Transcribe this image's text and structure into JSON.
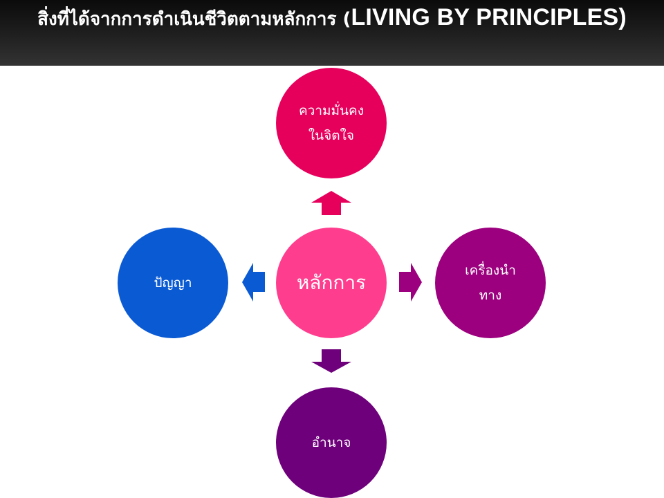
{
  "header": {
    "title_thai": "สิ่งที่ได้จากการดำเนินชีวิตตามหลักการ (",
    "title_latin": "LIVING BY PRINCIPLES)"
  },
  "diagram": {
    "center": {
      "label": "หลักการ",
      "color": "#ff3d8e"
    },
    "top": {
      "label": "ความมั่นคง\nในจิตใจ",
      "color": "#e6005c"
    },
    "left": {
      "label": "ปัญญา",
      "color": "#0a5ad4"
    },
    "right": {
      "label": "เครื่องนำ\nทาง",
      "color": "#9c007e"
    },
    "bottom": {
      "label": "อำนาจ",
      "color": "#6e007b"
    },
    "arrow_colors": {
      "top": "#e6005c",
      "left": "#0a5ad4",
      "right": "#9c007e",
      "bottom": "#6e007b"
    }
  }
}
